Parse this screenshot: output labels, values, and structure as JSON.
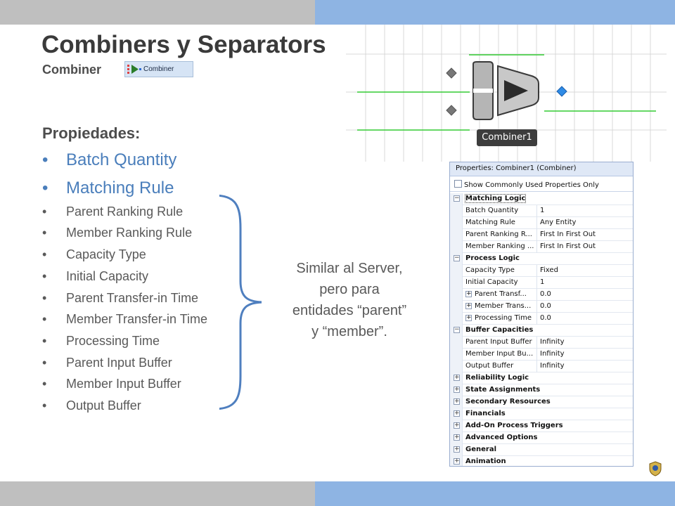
{
  "slide": {
    "title": "Combiners y Separators",
    "subtitle": "Combiner",
    "chip_label": "Combiner",
    "properties_heading": "Propiedades:",
    "bullets_big": [
      "Batch Quantity",
      "Matching Rule"
    ],
    "bullets_small": [
      "Parent Ranking Rule",
      "Member Ranking Rule",
      "Capacity Type",
      "Initial Capacity",
      "Parent Transfer-in Time",
      "Member Transfer-in Time",
      "Processing Time",
      "Parent Input Buffer",
      "Member Input Buffer",
      "Output Buffer"
    ],
    "bullet_symbol": "•",
    "note_lines": [
      "Similar al Server,",
      "pero para",
      "entidades “parent”",
      "y “member”."
    ],
    "colors": {
      "top_left_band": "#bfbfbf",
      "top_right_band": "#8eb4e3",
      "accent": "#4a7ebb"
    }
  },
  "canvas": {
    "object_label": "Combiner1"
  },
  "properties_panel": {
    "title": "Properties: Combiner1 (Combiner)",
    "show_common_label": "Show Commonly Used Properties Only",
    "rows": [
      {
        "kind": "cat",
        "expander": "−",
        "label": "Matching Logic",
        "first": true
      },
      {
        "kind": "prop",
        "label": "Batch Quantity",
        "value": "1"
      },
      {
        "kind": "prop",
        "label": "Matching Rule",
        "value": "Any Entity"
      },
      {
        "kind": "prop",
        "label": "Parent Ranking R...",
        "value": "First In First Out"
      },
      {
        "kind": "prop",
        "label": "Member Ranking ...",
        "value": "First In First Out"
      },
      {
        "kind": "cat",
        "expander": "−",
        "label": "Process Logic"
      },
      {
        "kind": "prop",
        "label": "Capacity Type",
        "value": "Fixed"
      },
      {
        "kind": "prop",
        "label": "Initial Capacity",
        "value": "1"
      },
      {
        "kind": "sub",
        "expander": "+",
        "label": "Parent Transf...",
        "value": "0.0"
      },
      {
        "kind": "sub",
        "expander": "+",
        "label": "Member Trans...",
        "value": "0.0"
      },
      {
        "kind": "sub",
        "expander": "+",
        "label": "Processing Time",
        "value": "0.0"
      },
      {
        "kind": "cat",
        "expander": "−",
        "label": "Buffer Capacities"
      },
      {
        "kind": "prop",
        "label": "Parent Input Buffer",
        "value": "Infinity"
      },
      {
        "kind": "prop",
        "label": "Member Input Bu...",
        "value": "Infinity"
      },
      {
        "kind": "prop",
        "label": "Output Buffer",
        "value": "Infinity"
      },
      {
        "kind": "cat",
        "expander": "+",
        "label": "Reliability Logic"
      },
      {
        "kind": "cat",
        "expander": "+",
        "label": "State Assignments"
      },
      {
        "kind": "cat",
        "expander": "+",
        "label": "Secondary Resources"
      },
      {
        "kind": "cat",
        "expander": "+",
        "label": "Financials"
      },
      {
        "kind": "cat",
        "expander": "+",
        "label": "Add-On Process Triggers"
      },
      {
        "kind": "cat",
        "expander": "+",
        "label": "Advanced Options"
      },
      {
        "kind": "cat",
        "expander": "+",
        "label": "General"
      },
      {
        "kind": "cat",
        "expander": "+",
        "label": "Animation"
      }
    ]
  },
  "icons": {
    "seal": "university-seal-icon",
    "combiner_arrow": "combiner-arrow-icon",
    "node": "diamond-node-icon"
  }
}
